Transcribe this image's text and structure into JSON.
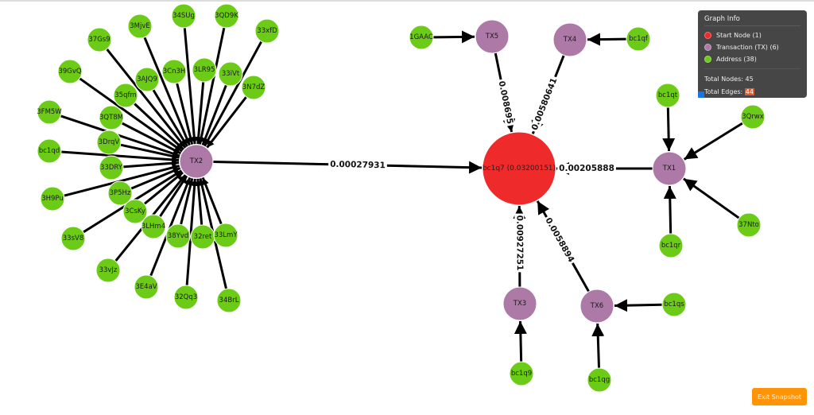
{
  "colors": {
    "start_node": "#ee2a2a",
    "transaction": "#ad7aa8",
    "address": "#6ccb16",
    "edge": "#000000",
    "panel_bg": "#464646",
    "exit_button": "#ff9408"
  },
  "info_panel": {
    "title": "Graph Info",
    "legend": [
      {
        "key": "start",
        "label": "Start Node (1)",
        "color": "#ee2a2a"
      },
      {
        "key": "transaction",
        "label": "Transaction (TX) (6)",
        "color": "#ad7aa8"
      },
      {
        "key": "address",
        "label": "Address (38)",
        "color": "#6ccb16"
      }
    ],
    "total_nodes_label": "Total Nodes:",
    "total_nodes": "45",
    "total_edges_label": "Total Edges:",
    "total_edges": "44"
  },
  "exit_button_label": "Exit Snapshot",
  "graph": {
    "start": {
      "id": "bc1q7",
      "label": "bc1q7 (0.03200151)"
    },
    "transactions": [
      {
        "id": "TX1",
        "label": "TX1",
        "amount": "0.00205888"
      },
      {
        "id": "TX2",
        "label": "TX2",
        "amount": "0.00027931"
      },
      {
        "id": "TX3",
        "label": "TX3",
        "amount": "0.00927251"
      },
      {
        "id": "TX4",
        "label": "TX4",
        "amount": "0.00580641"
      },
      {
        "id": "TX5",
        "label": "TX5",
        "amount": "0.008695"
      },
      {
        "id": "TX6",
        "label": "TX6",
        "amount": "0.0058894"
      }
    ],
    "addresses": [
      {
        "id": "37Gs9",
        "tx": "TX2"
      },
      {
        "id": "3MjvE",
        "tx": "TX2"
      },
      {
        "id": "34SUg",
        "tx": "TX2"
      },
      {
        "id": "3QD9K",
        "tx": "TX2"
      },
      {
        "id": "33xfD",
        "tx": "TX2"
      },
      {
        "id": "39GvQ",
        "tx": "TX2"
      },
      {
        "id": "3AJQ9",
        "tx": "TX2"
      },
      {
        "id": "3Cn3H",
        "tx": "TX2"
      },
      {
        "id": "3LR95",
        "tx": "TX2"
      },
      {
        "id": "33iVt",
        "tx": "TX2"
      },
      {
        "id": "3N7dZ",
        "tx": "TX2"
      },
      {
        "id": "35qfm",
        "tx": "TX2"
      },
      {
        "id": "3FM5W",
        "tx": "TX2"
      },
      {
        "id": "3QT8M",
        "tx": "TX2"
      },
      {
        "id": "bc1qd",
        "tx": "TX2"
      },
      {
        "id": "3DrqV",
        "tx": "TX2"
      },
      {
        "id": "33DRY",
        "tx": "TX2"
      },
      {
        "id": "3H9Pu",
        "tx": "TX2"
      },
      {
        "id": "3P5Hz",
        "tx": "TX2"
      },
      {
        "id": "3CsKy",
        "tx": "TX2"
      },
      {
        "id": "33sV8",
        "tx": "TX2"
      },
      {
        "id": "3LHm4",
        "tx": "TX2"
      },
      {
        "id": "38Yvd",
        "tx": "TX2"
      },
      {
        "id": "32ret",
        "tx": "TX2"
      },
      {
        "id": "33LmY",
        "tx": "TX2"
      },
      {
        "id": "33vJz",
        "tx": "TX2"
      },
      {
        "id": "3E4aV",
        "tx": "TX2"
      },
      {
        "id": "32Qq3",
        "tx": "TX2"
      },
      {
        "id": "34BrL",
        "tx": "TX2"
      },
      {
        "id": "1GAAC",
        "tx": "TX5"
      },
      {
        "id": "bc1qf",
        "tx": "TX4"
      },
      {
        "id": "bc1qt",
        "tx": "TX1"
      },
      {
        "id": "3Qrwx",
        "tx": "TX1"
      },
      {
        "id": "37Nto",
        "tx": "TX1"
      },
      {
        "id": "bc1qr",
        "tx": "TX1"
      },
      {
        "id": "bc1qs",
        "tx": "TX6"
      },
      {
        "id": "bc1qg",
        "tx": "TX6"
      },
      {
        "id": "bc1q9",
        "tx": "TX3"
      }
    ]
  }
}
